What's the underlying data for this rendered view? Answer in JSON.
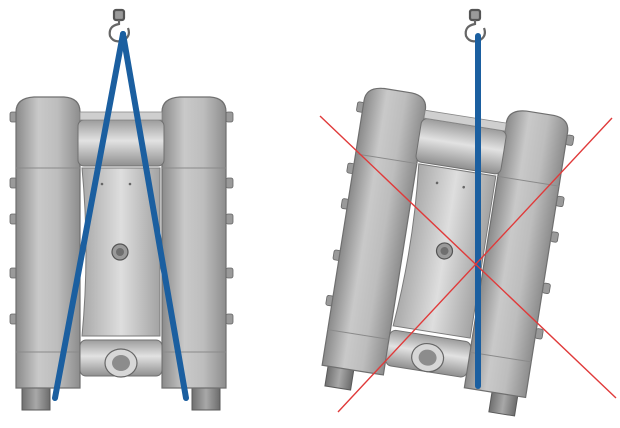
{
  "figures": [
    {
      "id": "correct-lift",
      "depiction": "pump-upright-two-leg-sling",
      "status": "correct"
    },
    {
      "id": "incorrect-lift",
      "depiction": "pump-tilted-single-strap",
      "status": "incorrect"
    }
  ],
  "colors": {
    "background": "#ffffff",
    "body_dark": "#8e8e8e",
    "body_mid": "#b4b4b4",
    "body_light": "#d6d6d6",
    "sling": "#1b5fa0",
    "cross_mark": "#e03a3a",
    "hook": "#666666"
  }
}
